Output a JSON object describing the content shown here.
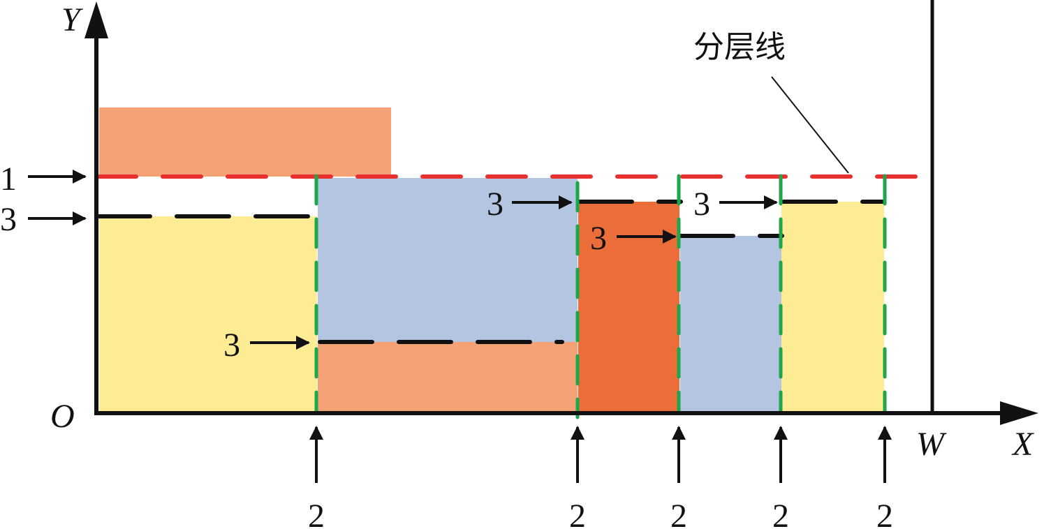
{
  "labels": {
    "y_axis": "Y",
    "x_axis": "X",
    "origin": "O",
    "width": "W",
    "layer_line": "分层线",
    "marker_1": "1",
    "marker_2": "2",
    "marker_3": "3"
  },
  "colors": {
    "light_orange": "#f4a276",
    "blue": "#b4c5e1",
    "yellow": "#feec94",
    "dark_orange": "#eb6d3a",
    "layer_line": "#e8312f",
    "divider": "#1ea64a"
  }
}
